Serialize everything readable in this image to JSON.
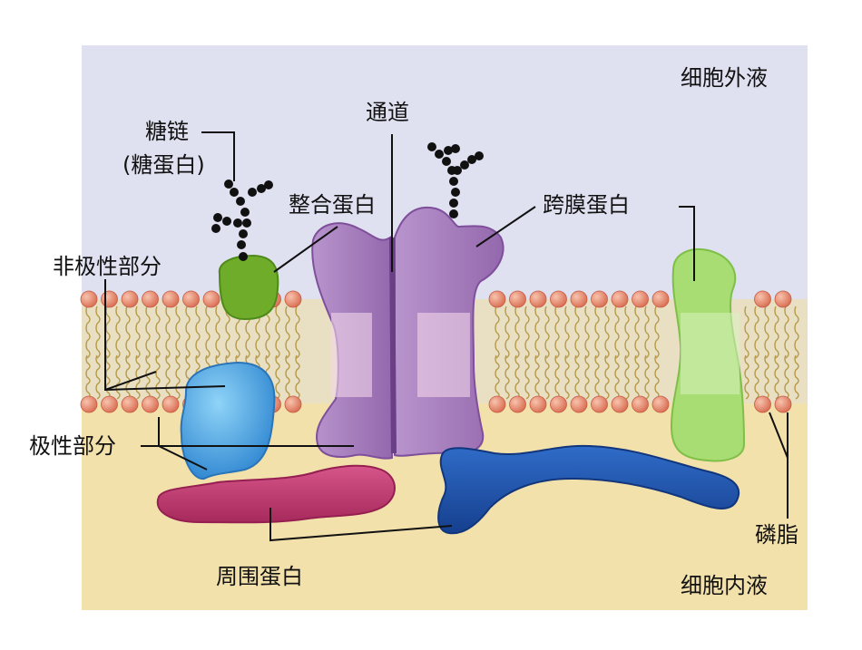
{
  "regions": {
    "extracellular": "细胞外液",
    "intracellular": "细胞内液"
  },
  "labels": {
    "glycan_chain": "糖链",
    "glycoprotein": "(糖蛋白)",
    "integral_protein": "整合蛋白",
    "channel": "通道",
    "transmembrane_protein": "跨膜蛋白",
    "nonpolar_part": "非极性部分",
    "polar_part": "极性部分",
    "peripheral_protein": "周围蛋白",
    "phospholipid": "磷脂"
  },
  "colors": {
    "extracellular_bg": "#dfe0f0",
    "intracellular_bg": "#f3e1ac",
    "lipid_head": "#e5866a",
    "lipid_tail": "#b69a4a",
    "channel_protein": "#a77bbd",
    "glycoprotein": "#6fac2a",
    "polar_protein": "#3fa3e0",
    "peripheral_pink": "#c0366e",
    "peripheral_blue": "#1d4fa8",
    "transmembrane_green": "#a7dd72",
    "glycan_beads": "#111111"
  }
}
